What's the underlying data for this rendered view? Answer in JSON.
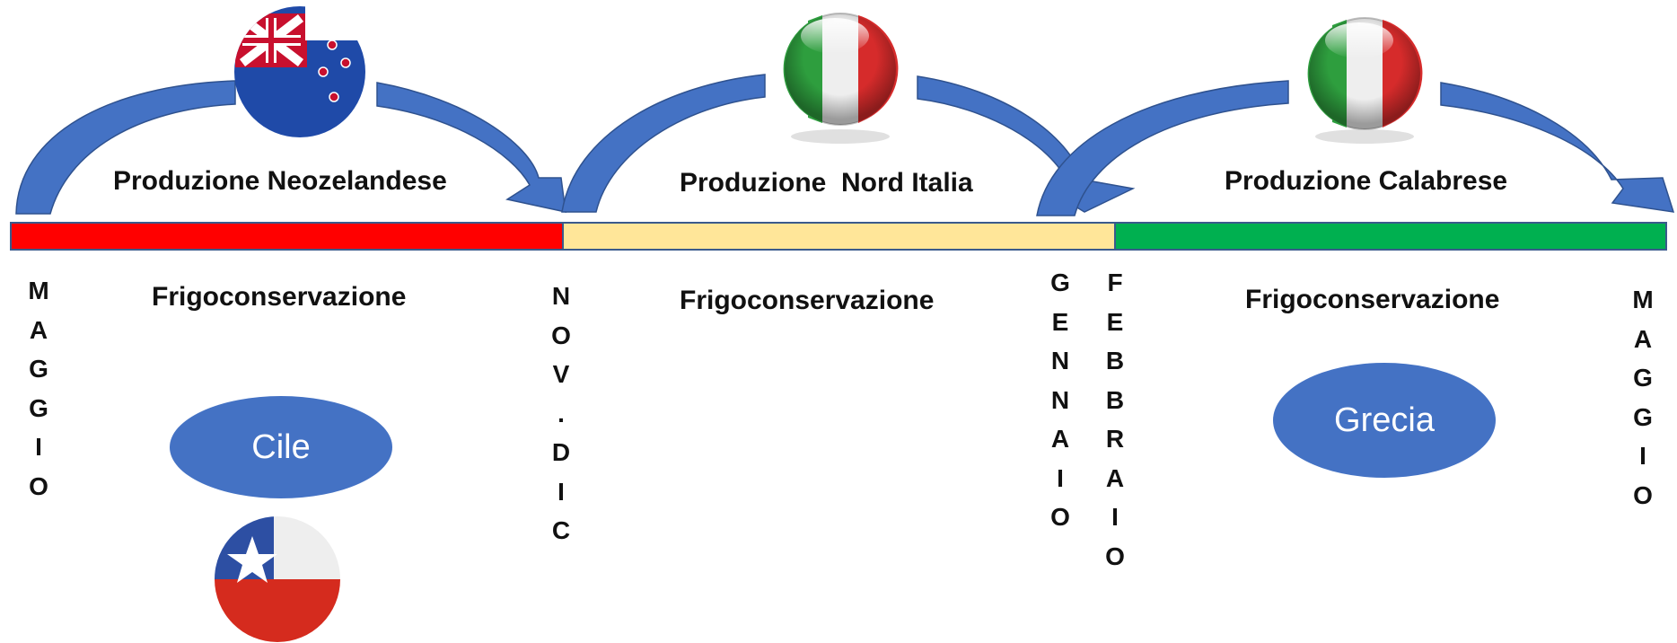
{
  "production": [
    {
      "label": "Produzione Neozelandese",
      "color": "#ff0000"
    },
    {
      "label": "Produzione  Nord Italia",
      "color": "#ffe699"
    },
    {
      "label": "Produzione Calabrese",
      "color": "#00b050"
    }
  ],
  "storage_label": "Frigoconservazione",
  "months": {
    "start": [
      "M",
      "A",
      "G",
      "G",
      "I",
      "O"
    ],
    "nov_dic": [
      "N",
      "O",
      "V",
      ".",
      "D",
      "I",
      "C"
    ],
    "gennaio": [
      "G",
      "E",
      "N",
      "N",
      "A",
      "I",
      "O"
    ],
    "febbraio": [
      "F",
      "E",
      "B",
      "B",
      "R",
      "A",
      "I",
      "O"
    ],
    "end": [
      "M",
      "A",
      "G",
      "G",
      "I",
      "O"
    ]
  },
  "sources": {
    "cile": "Cile",
    "grecia": "Grecia"
  },
  "colors": {
    "arrow": "#4472c4",
    "arrow_edge": "#2f528f",
    "bar_border": "#3a5a8c"
  },
  "icons": [
    "new-zealand-flag-icon",
    "italy-flag-icon",
    "italy-flag-icon",
    "chile-flag-icon"
  ]
}
